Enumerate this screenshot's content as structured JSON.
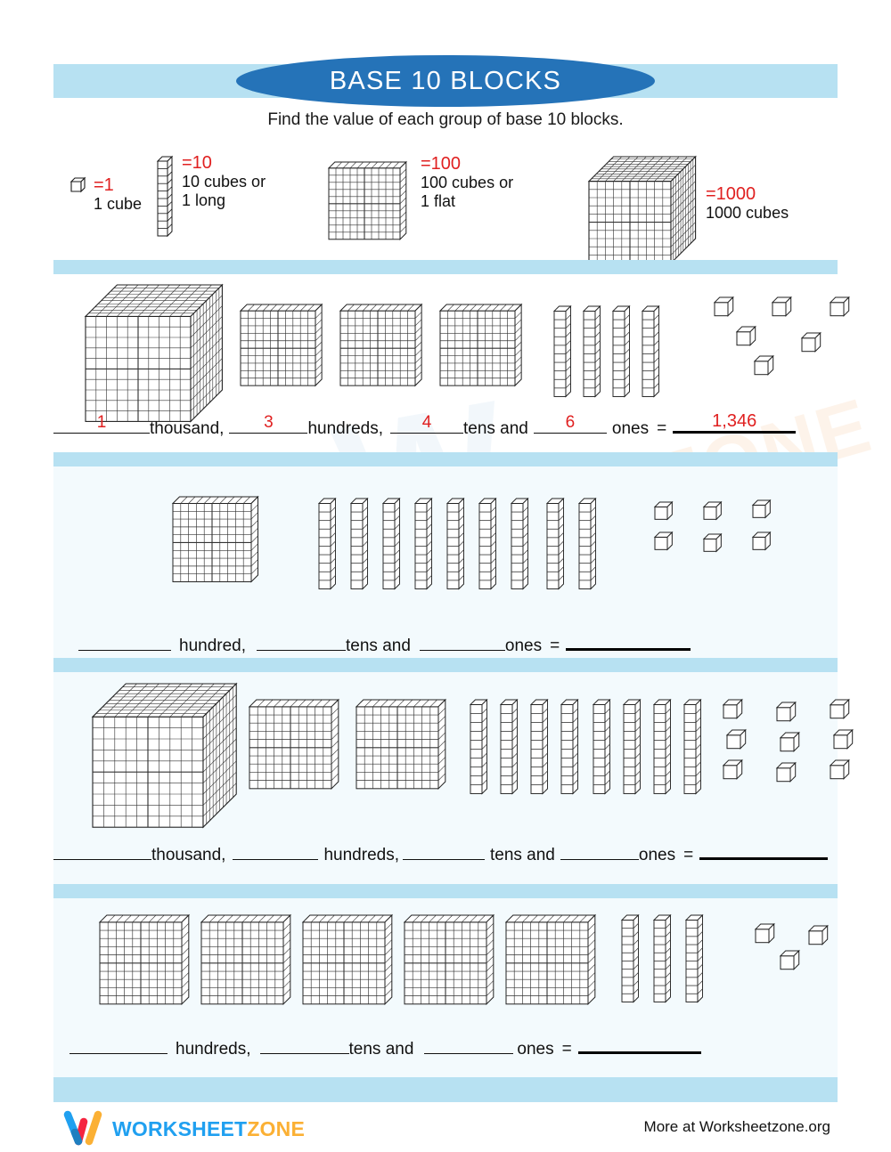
{
  "header": {
    "title": "BASE 10 BLOCKS",
    "instructions": "Find the value of each group of base 10 blocks.",
    "band_color": "#b7e1f2",
    "ellipse_color": "#2573b8"
  },
  "legend": {
    "items": [
      {
        "icon": "unit-cube-icon",
        "equals": "=1",
        "description": "1 cube"
      },
      {
        "icon": "rod-icon",
        "equals": "=10",
        "description": "10 cubes or\n1 long"
      },
      {
        "icon": "flat-icon",
        "equals": "=100",
        "description": "100  cubes or\n1 flat"
      },
      {
        "icon": "big-cube-icon",
        "equals": "=1000",
        "description": "1000  cubes"
      }
    ],
    "equals_color": "#e02020"
  },
  "problems": [
    {
      "id": "problem-1",
      "blocks": {
        "big_cubes": 1,
        "flats": 3,
        "rods": 4,
        "units": 6
      },
      "answers": {
        "thousands": "1",
        "hundreds": "3",
        "tens": "4",
        "ones": "6",
        "total": "1,346"
      },
      "labels": {
        "thousands": "thousand,",
        "hundreds": "hundreds,",
        "tens": "tens and",
        "ones": "ones",
        "equals": "="
      },
      "filled": true
    },
    {
      "id": "problem-2",
      "blocks": {
        "big_cubes": 0,
        "flats": 1,
        "rods": 9,
        "units": 6
      },
      "answers": {
        "hundreds": "",
        "tens": "",
        "ones": "",
        "total": ""
      },
      "labels": {
        "hundreds": "hundred,",
        "tens": "tens and",
        "ones": "ones",
        "equals": "="
      },
      "filled": false
    },
    {
      "id": "problem-3",
      "blocks": {
        "big_cubes": 1,
        "flats": 2,
        "rods": 8,
        "units": 9
      },
      "answers": {
        "thousands": "",
        "hundreds": "",
        "tens": "",
        "ones": "",
        "total": ""
      },
      "labels": {
        "thousands": "thousand,",
        "hundreds": "hundreds,",
        "tens": "tens and",
        "ones": "ones",
        "equals": "="
      },
      "filled": false
    },
    {
      "id": "problem-4",
      "blocks": {
        "big_cubes": 0,
        "flats": 5,
        "rods": 3,
        "units": 3
      },
      "answers": {
        "hundreds": "",
        "tens": "",
        "ones": "",
        "total": ""
      },
      "labels": {
        "hundreds": "hundreds,",
        "tens": "tens and",
        "ones": "ones",
        "equals": "="
      },
      "filled": false
    }
  ],
  "footer": {
    "logo_part1": "WORKSHEET",
    "logo_part2": "ZONE",
    "more_at": "More at Worksheetzone.org",
    "logo_colors": {
      "blue": "#20a0f0",
      "red": "#f5243f",
      "orange": "#fbb034"
    }
  },
  "watermark": {
    "text": "WORKSHEETZONE"
  }
}
